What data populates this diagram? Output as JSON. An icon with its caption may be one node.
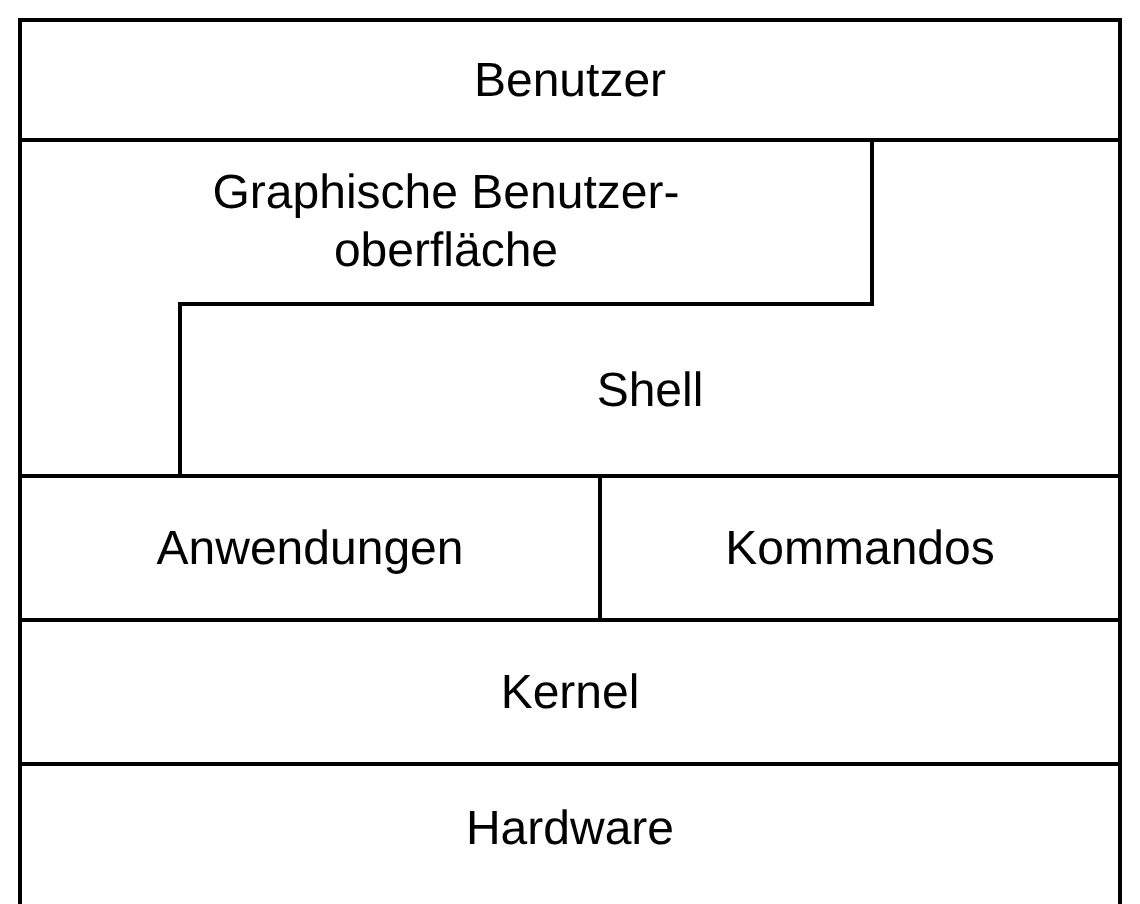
{
  "diagram": {
    "nodes": [
      {
        "text": [
          "Benutzer"
        ]
      },
      {
        "text": [
          "Graphische Benutzer- oberfläche"
        ]
      },
      {
        "text": [
          "Shell"
        ]
      },
      {
        "text": [
          "Anwendungen"
        ]
      },
      {
        "text": [
          "Kommandos"
        ]
      },
      {
        "text": [
          "Kernel"
        ]
      },
      {
        "text": [
          "Hardware"
        ]
      }
    ]
  }
}
